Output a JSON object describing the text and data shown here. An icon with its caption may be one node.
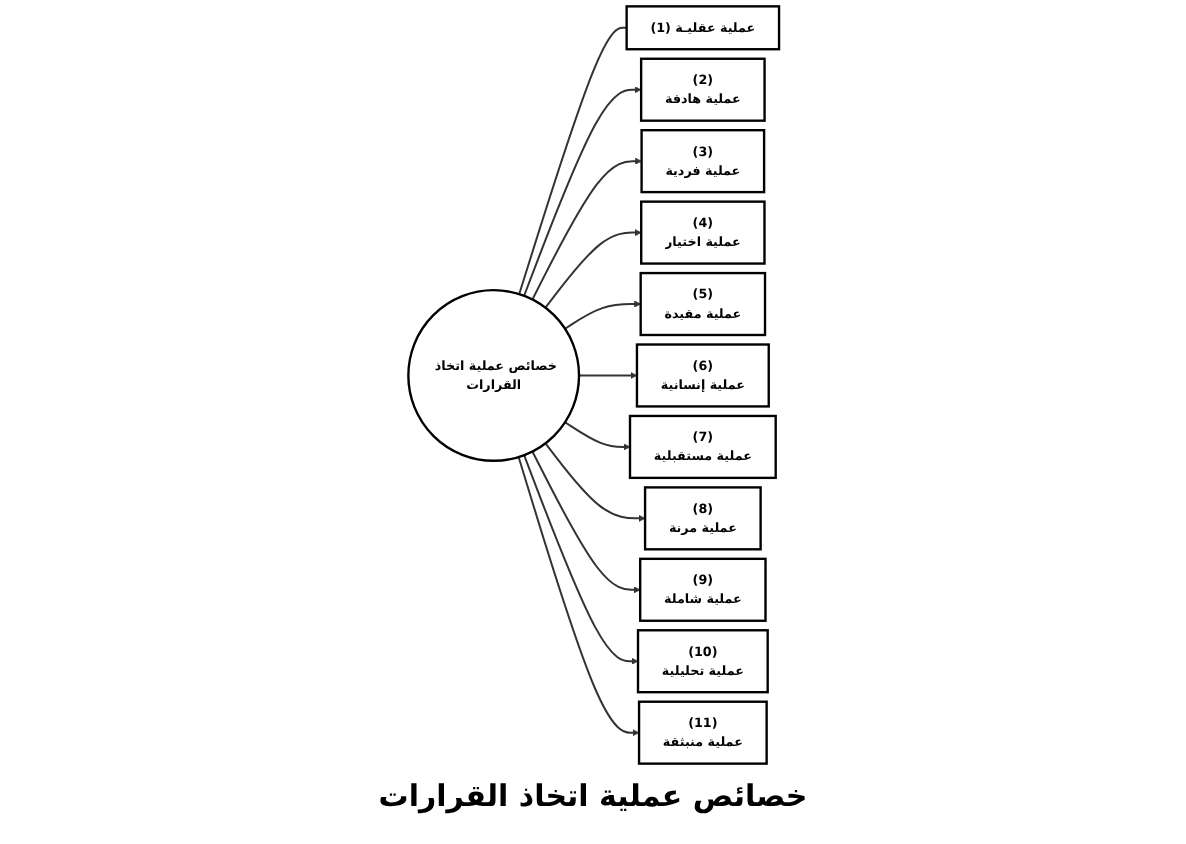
{
  "diagram": {
    "caption": "خصائص عملية اتخاذ القرارات",
    "nodes": [
      {
        "text": [
          "خصائص عملية اتخاذ القرارات"
        ]
      },
      {
        "text": [
          "عملية عقليـة (1)"
        ]
      },
      {
        "text": [
          "(2)",
          "عملية هادفة"
        ]
      },
      {
        "text": [
          "(3)",
          "عملية فردية"
        ]
      },
      {
        "text": [
          "(4)",
          "عملية اختيار"
        ]
      },
      {
        "text": [
          "(5)",
          "عملية مقيدة"
        ]
      },
      {
        "text": [
          "(6)",
          "عملية إنسانية"
        ]
      },
      {
        "text": [
          "(7)",
          "عملية مستقبلية"
        ]
      },
      {
        "text": [
          "(8)",
          "عملية مرنة"
        ]
      },
      {
        "text": [
          "(9)",
          "عملية شاملة"
        ]
      },
      {
        "text": [
          "(10)",
          "عملية تحليلية"
        ]
      },
      {
        "text": [
          "(11)",
          "عملية منبثقة"
        ]
      }
    ],
    "edges": [
      {
        "from": 0,
        "to": 1,
        "arrow": "none"
      },
      {
        "from": 0,
        "to": 2,
        "arrow": "to"
      },
      {
        "from": 0,
        "to": 3,
        "arrow": "to"
      },
      {
        "from": 0,
        "to": 4,
        "arrow": "to"
      },
      {
        "from": 0,
        "to": 5,
        "arrow": "to"
      },
      {
        "from": 0,
        "to": 6,
        "arrow": "to"
      },
      {
        "from": 0,
        "to": 7,
        "arrow": "to"
      },
      {
        "from": 0,
        "to": 8,
        "arrow": "to"
      },
      {
        "from": 0,
        "to": 9,
        "arrow": "to"
      },
      {
        "from": 0,
        "to": 10,
        "arrow": "to"
      },
      {
        "from": 0,
        "to": 11,
        "arrow": "to"
      }
    ]
  }
}
